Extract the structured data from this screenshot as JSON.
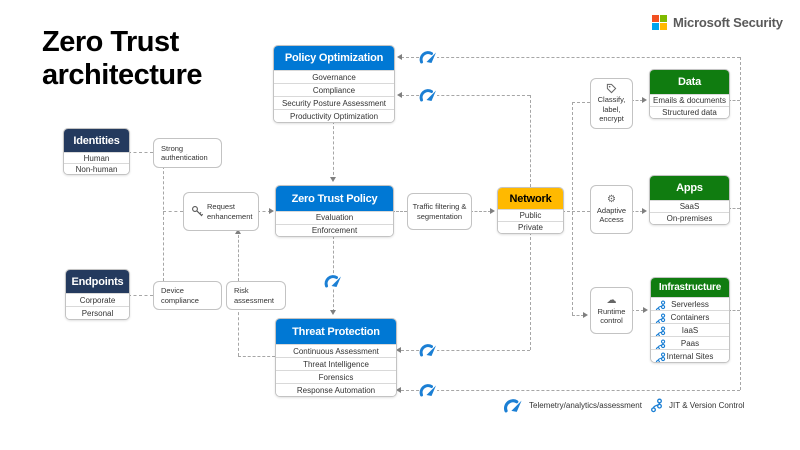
{
  "title": "Zero Trust architecture",
  "logo": {
    "text": "Microsoft Security"
  },
  "colors": {
    "header_blue": "#0078D4",
    "header_navy": "#243A5E",
    "header_green": "#107C10",
    "header_yellow": "#FFB900",
    "icon_blue": "#1B7FD4",
    "line_gray": "#A6A6A6",
    "ms_red": "#F25022",
    "ms_green": "#7FBA00",
    "ms_blue": "#00A4EF",
    "ms_yellow": "#FFB900"
  },
  "boxes": {
    "policy_optimization": {
      "title": "Policy Optimization",
      "rows": [
        "Governance",
        "Compliance",
        "Security Posture Assessment",
        "Productivity Optimization"
      ]
    },
    "identities": {
      "title": "Identities",
      "rows": [
        "Human",
        "Non-human"
      ]
    },
    "endpoints": {
      "title": "Endpoints",
      "rows": [
        "Corporate",
        "Personal"
      ]
    },
    "zero_trust_policy": {
      "title": "Zero Trust Policy",
      "rows": [
        "Evaluation",
        "Enforcement"
      ]
    },
    "network": {
      "title": "Network",
      "rows": [
        "Public",
        "Private"
      ]
    },
    "threat_protection": {
      "title": "Threat Protection",
      "rows": [
        "Continuous Assessment",
        "Threat Intelligence",
        "Forensics",
        "Response Automation"
      ]
    },
    "data": {
      "title": "Data",
      "rows": [
        "Emails & documents",
        "Structured data"
      ]
    },
    "apps": {
      "title": "Apps",
      "rows": [
        "SaaS",
        "On-premises"
      ]
    },
    "infrastructure": {
      "title": "Infrastructure",
      "rows": [
        "Serverless",
        "Containers",
        "IaaS",
        "Paas",
        "Internal Sites"
      ]
    }
  },
  "connectors": {
    "strong_authentication": "Strong authentication",
    "request_enhancement": "Request enhancement",
    "device_compliance": "Device compliance",
    "risk_assessment": "Risk assessment",
    "traffic_filtering": "Traffic filtering & segmentation",
    "classify": "Classify, label, encrypt",
    "adaptive_access": "Adaptive Access",
    "runtime_control": "Runtime control"
  },
  "legend": {
    "telemetry": "Telemetry/analytics/assessment",
    "jit": "JIT & Version Control"
  }
}
